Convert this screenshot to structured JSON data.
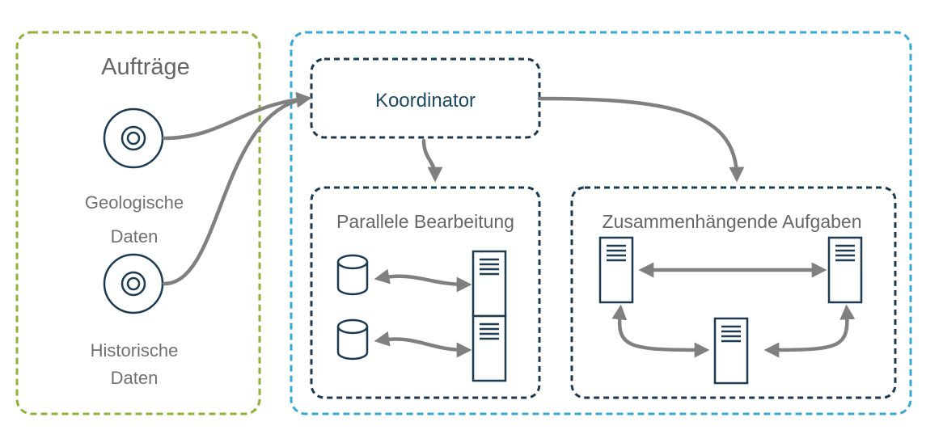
{
  "left_panel": {
    "title": "Aufträge",
    "source_1_label_line1": "Geologische",
    "source_1_label_line2": "Daten",
    "source_2_label_line1": "Historische",
    "source_2_label_line2": "Daten"
  },
  "coordinator": {
    "label": "Koordinator"
  },
  "parallel": {
    "title": "Parallele Bearbeitung"
  },
  "connected": {
    "title": "Zusammenhängende Aufgaben"
  },
  "colors": {
    "green_border": "#8db33a",
    "blue_border": "#3aa8d4",
    "navy": "#1c3a52",
    "arrow": "#808080",
    "label_gray": "#707070",
    "title_navy": "#1c4a63"
  },
  "icons": {
    "data_source": "disc-icon",
    "database": "database-cylinder-icon",
    "server": "server-rack-icon"
  }
}
